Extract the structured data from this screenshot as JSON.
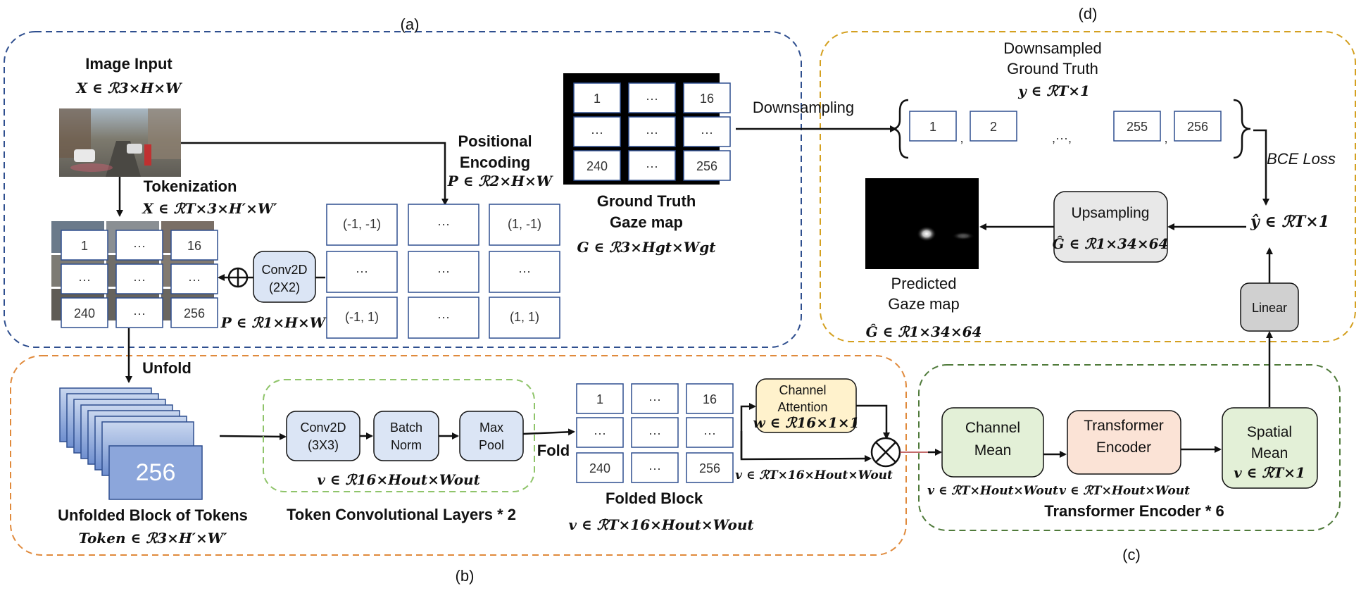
{
  "panels": {
    "a": "(a)",
    "b": "(b)",
    "c": "(c)",
    "d": "(d)"
  },
  "image_input": {
    "title": "Image Input",
    "formula": "X ∈ ℛ3×H×W"
  },
  "tokenization": {
    "title": "Tokenization",
    "formula": "X ∈ ℛT×3×H′×W′"
  },
  "token_grid": {
    "cells": [
      "1",
      "···",
      "16",
      "···",
      "···",
      "···",
      "240",
      "···",
      "256"
    ]
  },
  "conv2d_a": {
    "line1": "Conv2D",
    "line2": "(2X2)"
  },
  "pos_formula_bottom": "P ∈ ℛ1×H×W",
  "positional_encoding": {
    "line1": "Positional",
    "line2": "Encoding",
    "formula": "P ∈ ℛ2×H×W"
  },
  "pos_grid": {
    "cells": [
      "(-1,  -1)",
      "···",
      "(1,  -1)",
      "···",
      "···",
      "···",
      "(-1,  1)",
      "···",
      "(1,  1)"
    ]
  },
  "gt_grid": {
    "cells": [
      "1",
      "···",
      "16",
      "···",
      "···",
      "···",
      "240",
      "···",
      "256"
    ]
  },
  "ground_truth": {
    "line1": "Ground Truth",
    "line2": "Gaze map",
    "formula": "G ∈ ℛ3×Hgt×Wgt"
  },
  "downsampling": "Downsampling",
  "downsampled_gt": {
    "line1": "Downsampled",
    "line2": "Ground Truth",
    "formula": "y ∈ ℛT×1"
  },
  "vector_items": [
    "1",
    "2",
    "255",
    "256"
  ],
  "vector_commas": [
    ",",
    ",",
    ",···,",
    ","
  ],
  "bce_loss": "BCE Loss",
  "upsampling": {
    "title": "Upsampling",
    "formula": "Ĝ ∈ ℛ1×34×64"
  },
  "y_hat": "ŷ ∈ ℛT×1",
  "predicted": {
    "line1": "Predicted",
    "line2": "Gaze map",
    "formula": "Ĝ ∈ ℛ1×34×64"
  },
  "linear": "Linear",
  "unfold": "Unfold",
  "unfolded_block": {
    "number": "256",
    "title": "Unfolded Block of Tokens",
    "formula": "Token ∈ ℛ3×H′×W′"
  },
  "conv_layers": {
    "conv": {
      "line1": "Conv2D",
      "line2": "(3X3)"
    },
    "bn": {
      "line1": "Batch",
      "line2": "Norm"
    },
    "mp": {
      "line1": "Max",
      "line2": "Pool"
    },
    "formula": "v ∈ ℛ16×Hout×Wout",
    "title": "Token Convolutional Layers * 2"
  },
  "fold": "Fold",
  "folded_grid": {
    "cells": [
      "1",
      "···",
      "16",
      "···",
      "···",
      "···",
      "240",
      "···",
      "256"
    ]
  },
  "folded_block": {
    "title": "Folded Block",
    "formula": "v ∈ ℛT×16×Hout×Wout"
  },
  "channel_attention": {
    "line1": "Channel",
    "line2": "Attention",
    "formula": "w ∈ ℛ16×1×1"
  },
  "mult_formula": "v ∈ ℛT×16×Hout×Wout",
  "transformer": {
    "channel_mean": {
      "line1": "Channel",
      "line2": "Mean",
      "formula": "v ∈ ℛT×Hout×Wout"
    },
    "encoder": {
      "line1": "Transformer",
      "line2": "Encoder",
      "formula": "v ∈ ℛT×Hout×Wout"
    },
    "spatial_mean": {
      "line1": "Spatial",
      "line2": "Mean",
      "formula": "v ∈ ℛT×1"
    },
    "title": "Transformer Encoder * 6"
  },
  "colors": {
    "panel_a": "#2f4f8f",
    "panel_b": "#e08a3c",
    "panel_c": "#4f7a3a",
    "panel_d": "#d4a020",
    "box_blue": "#dbe5f5",
    "box_green": "#e3f0d7",
    "box_peach": "#fbe3d6",
    "box_yellow": "#fff2cc",
    "box_gray": "#d0d0d0"
  }
}
